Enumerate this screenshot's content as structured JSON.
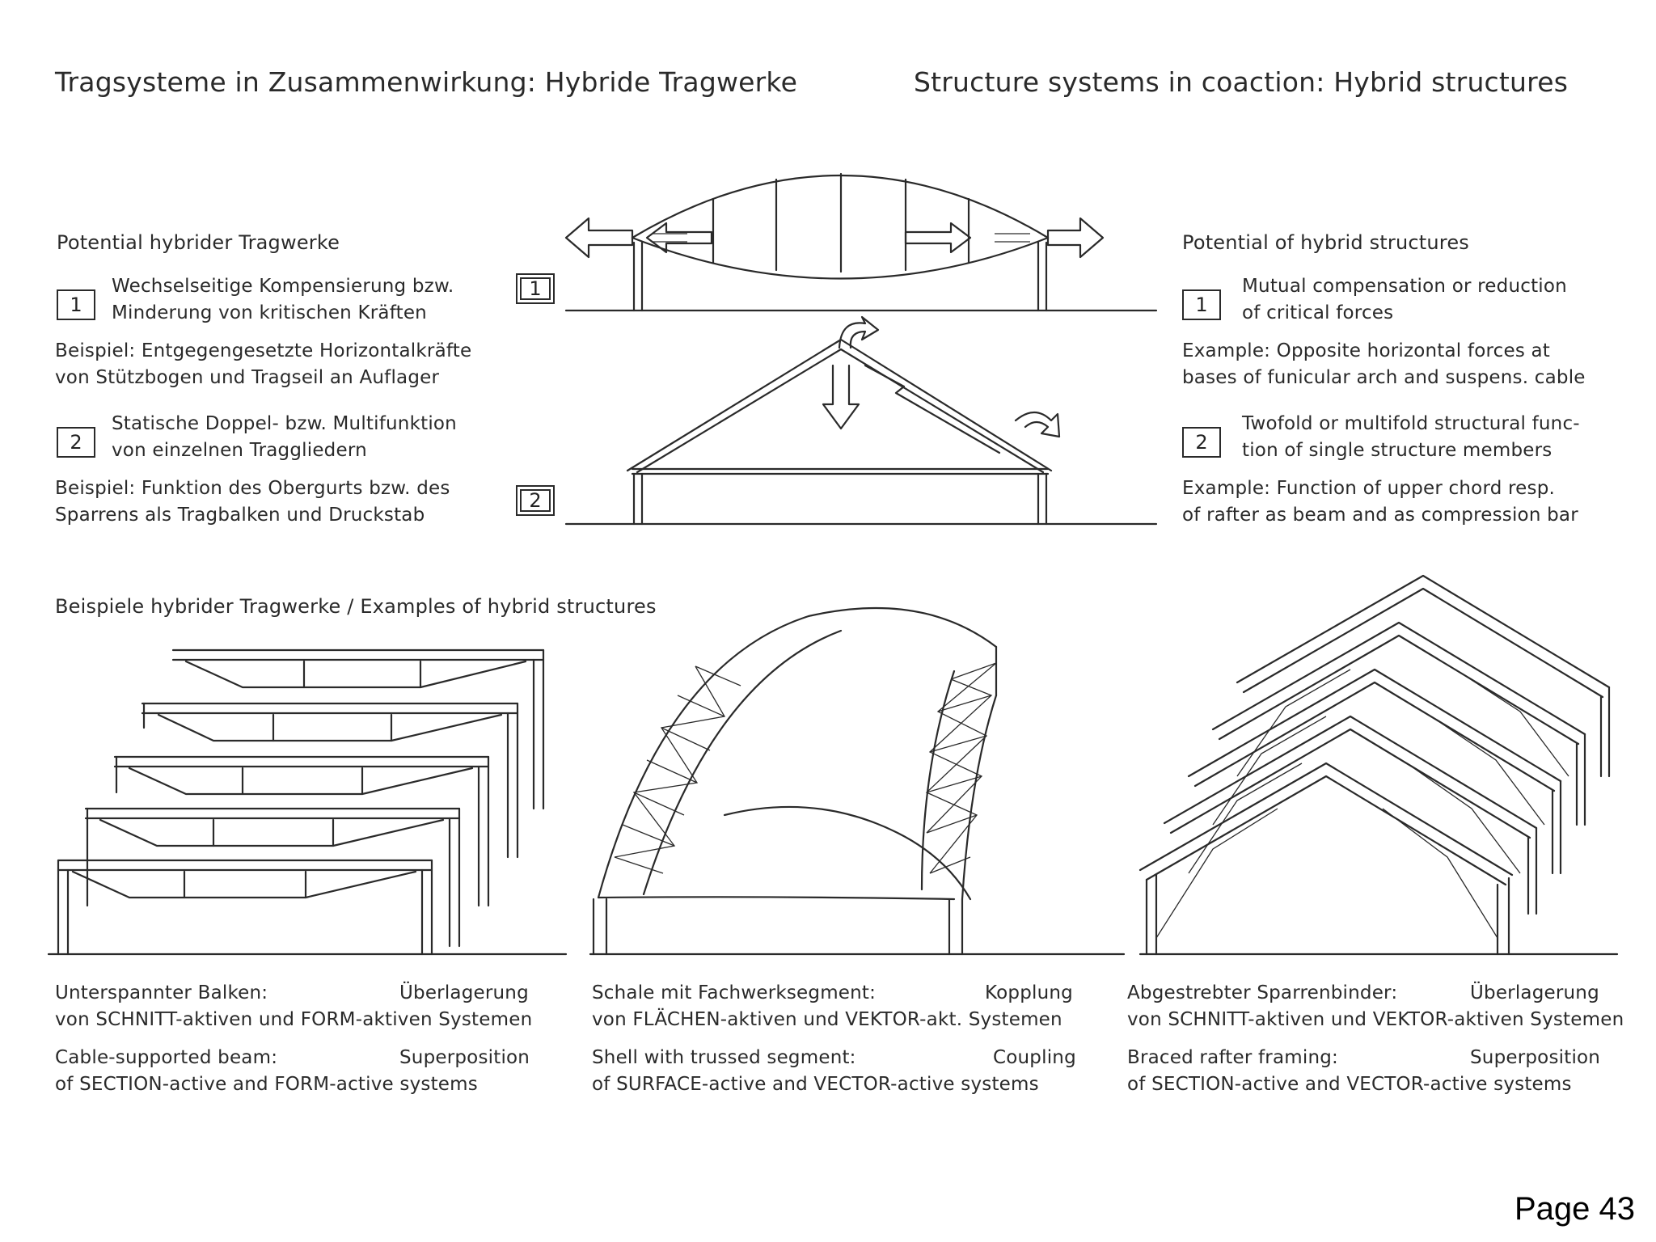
{
  "title_de": "Tragsysteme in Zusammenwirkung: Hybride Tragwerke",
  "title_en": "Structure systems in coaction: Hybrid structures",
  "left": {
    "heading": "Potential hybrider Tragwerke",
    "item1_number": "1",
    "item1_lines": [
      "Wechselseitige Kompensierung bzw.",
      "Minderung von kritischen Kräften"
    ],
    "example1_lines": [
      "Beispiel: Entgegengesetzte Horizontalkräfte",
      "von Stützbogen und Tragseil an Auflager"
    ],
    "item2_number": "2",
    "item2_lines": [
      "Statische Doppel- bzw. Multifunktion",
      "von einzelnen Traggliedern"
    ],
    "example2_lines": [
      "Beispiel: Funktion des Obergurts bzw. des",
      "Sparrens als Tragbalken und Druckstab"
    ]
  },
  "right": {
    "heading": "Potential of hybrid structures",
    "item1_number": "1",
    "item1_lines": [
      "Mutual compensation or reduction",
      "of critical forces"
    ],
    "example1_lines": [
      "Example: Opposite horizontal forces at",
      "bases of funicular arch and suspens. cable"
    ],
    "item2_number": "2",
    "item2_lines": [
      "Twofold or multifold structural func-",
      "tion of single structure members"
    ],
    "example2_lines": [
      "Example: Function of upper chord resp.",
      "of rafter as beam and as compression bar"
    ]
  },
  "diagram_labels": {
    "d1": "1",
    "d2": "2"
  },
  "examples_heading": "Beispiele hybrider Tragwerke   /   Examples of hybrid structures",
  "captions": [
    {
      "de_title": "Unterspannter Balken:",
      "de_right": "Überlagerung",
      "de_line2": "von SCHNITT-aktiven und FORM-aktiven Systemen",
      "en_title": "Cable-supported beam:",
      "en_right": "Superposition",
      "en_line2": "of SECTION-active and  FORM-active systems"
    },
    {
      "de_title": "Schale mit Fachwerksegment:",
      "de_right": "Kopplung",
      "de_line2": "von FLÄCHEN-aktiven und VEKTOR-akt. Systemen",
      "en_title": "Shell with trussed segment:",
      "en_right": "Coupling",
      "en_line2": "of SURFACE-active and VECTOR-active  systems"
    },
    {
      "de_title": "Abgestrebter Sparrenbinder:",
      "de_right": "Überlagerung",
      "de_line2": "von SCHNITT-aktiven und VEKTOR-aktiven Systemen",
      "en_title": "Braced rafter framing:",
      "en_right": "Superposition",
      "en_line2": "of SECTION-active and VECTOR-active systems"
    }
  ],
  "page_number": "Page 43"
}
